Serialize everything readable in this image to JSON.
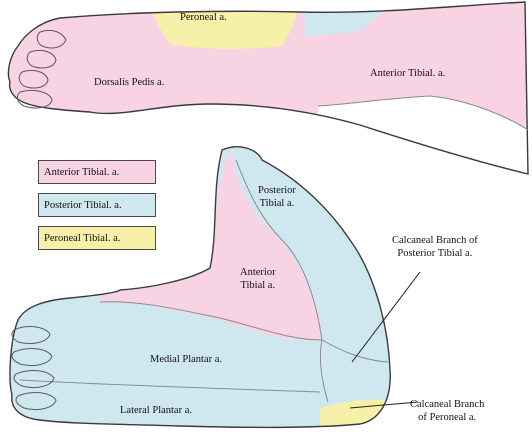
{
  "colors": {
    "anterior_tibial": "#f7d3e4",
    "posterior_tibial": "#cfe8ef",
    "peroneal": "#f7f0a8",
    "outline": "#3a3a3a"
  },
  "legend": [
    {
      "label": "Anterior Tibial. a.",
      "color": "#f7d3e4"
    },
    {
      "label": "Posterior Tibial. a.",
      "color": "#cfe8ef"
    },
    {
      "label": "Peroneal Tibial. a.",
      "color": "#f7f0a8"
    }
  ],
  "top_view": {
    "peroneal_label": "Peroneal a.",
    "dorsalis_pedis_label": "Dorsalis Pedis a.",
    "anterior_tibial_label": "Anterior Tibial. a."
  },
  "bottom_view": {
    "posterior_tibial_label": "Posterior\nTibial a.",
    "anterior_tibial_label": "Anterior\nTibial a.",
    "medial_plantar_label": "Medial Plantar a.",
    "lateral_plantar_label": "Lateral Plantar a.",
    "calcaneal_posterior_label": "Calcaneal Branch of\nPosterior Tibial a.",
    "calcaneal_peroneal_label": "Calcaneal Branch\nof Peroneal a."
  }
}
